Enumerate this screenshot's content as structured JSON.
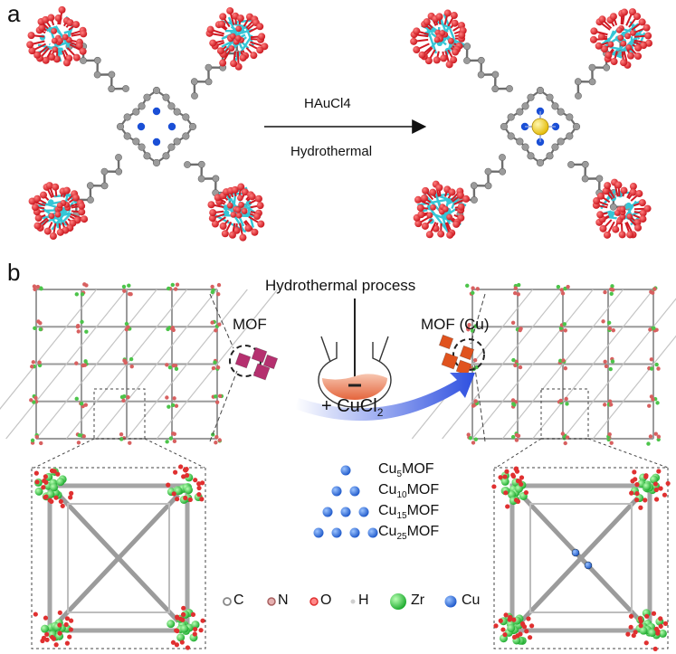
{
  "panel_a": {
    "label": "a",
    "reagent": "HAuCl4",
    "condition": "Hydrothermal"
  },
  "panel_b": {
    "label": "b",
    "process": "Hydrothermal process",
    "mof_label": "MOF",
    "mof_cu_label": "MOF (Cu)",
    "reagent_prefix": "+ CuCl",
    "reagent_sub": "2",
    "series": [
      {
        "prefix": "Cu",
        "sub": "5",
        "suffix": "MOF"
      },
      {
        "prefix": "Cu",
        "sub": "10",
        "suffix": "MOF"
      },
      {
        "prefix": "Cu",
        "sub": "15",
        "suffix": "MOF"
      },
      {
        "prefix": "Cu",
        "sub": "25",
        "suffix": "MOF"
      }
    ],
    "legend": [
      {
        "symbol": "C",
        "color": "#9a9a9a"
      },
      {
        "symbol": "N",
        "color": "#c08a8a"
      },
      {
        "symbol": "O",
        "color": "#e03030"
      },
      {
        "symbol": "H",
        "color": "#cccccc"
      },
      {
        "symbol": "Zr",
        "color": "#2ecc40"
      },
      {
        "symbol": "Cu",
        "color": "#2c6fd6"
      }
    ]
  },
  "colors": {
    "oxygen": "#e8202a",
    "zirconium": "#35c6d6",
    "carbon": "#8a8a8a",
    "nitrogen": "#1a4fd6",
    "gold": "#f2d21b",
    "mof_crystal": "#b5306f",
    "cu_crystal": "#e0531e"
  }
}
